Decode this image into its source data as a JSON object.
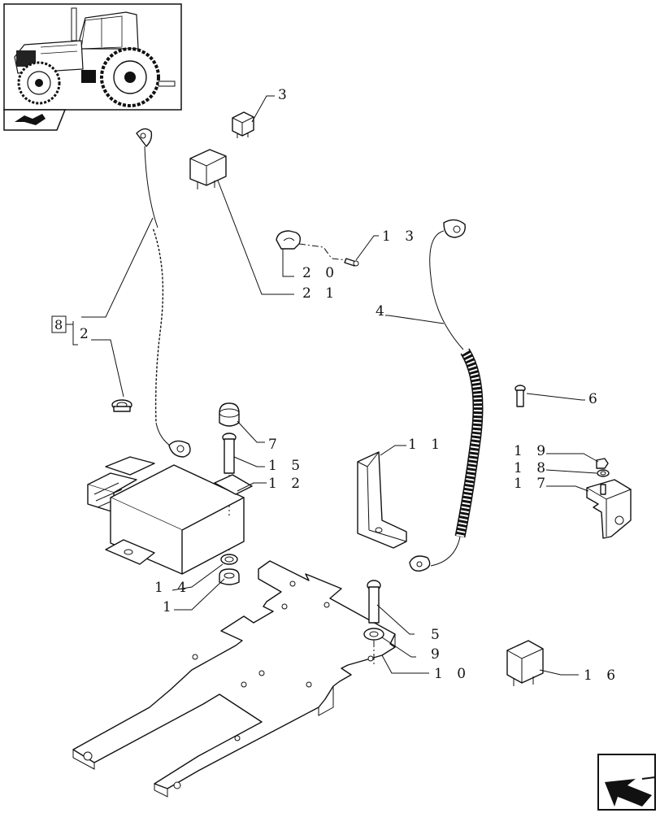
{
  "callouts": {
    "p1": "1",
    "p2": "2",
    "p3": "3",
    "p4": "4",
    "p5": "5",
    "p6": "6",
    "p7": "7",
    "p8": "8",
    "p9": "9",
    "p10": "1 0",
    "p11": "1 1",
    "p12": "1 2",
    "p13": "1 3",
    "p14": "1 4",
    "p15": "1 5",
    "p16": "1 6",
    "p17": "1 7",
    "p18": "1 8",
    "p19": "1 9",
    "p20": "2 0",
    "p21": "2 1"
  },
  "icons": {
    "thumbnail": "tractor-thumbnail-icon",
    "section": "section-book-icon",
    "next_page": "next-page-arrow-icon"
  }
}
